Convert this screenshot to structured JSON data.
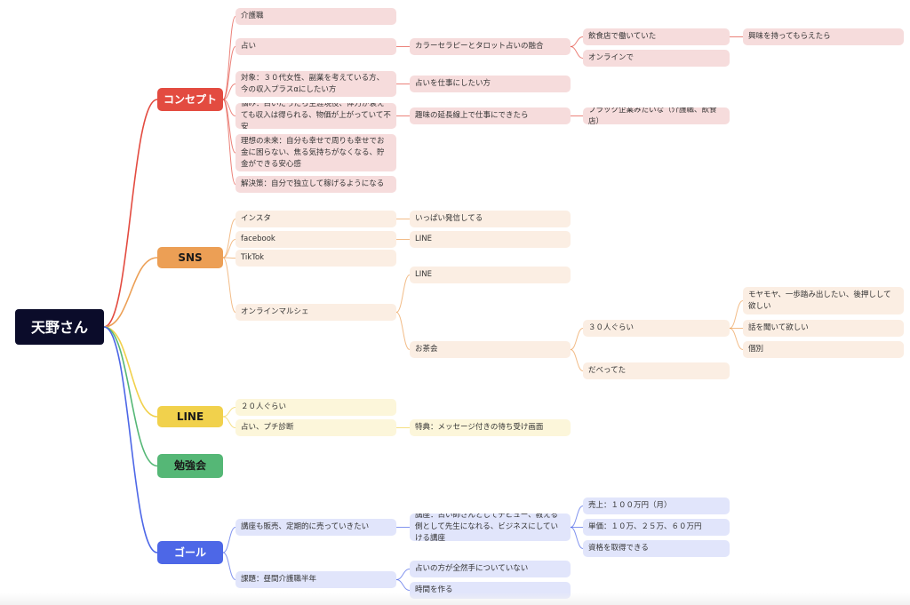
{
  "root": {
    "label": "天野さん"
  },
  "colors": {
    "red": "#e34b40",
    "orange": "#ec9f55",
    "yellow": "#f1d14c",
    "green": "#55b776",
    "blue": "#4d67e7",
    "root": "#0b0c2a"
  },
  "concept": {
    "label": "コンセプト",
    "n1": "介護職",
    "n2": "占い",
    "n2a": "カラーセラピーとタロット占いの融合",
    "n2a1": "飲食店で働いていた",
    "n2a1a": "興味を持ってもらえたら",
    "n2a2": "オンラインで",
    "n3": "対象：３０代女性、副業を考えている方、今の収入プラスαにしたい方",
    "n3a": "占いを仕事にしたい方",
    "n4": "悩み：占いだったら生涯現役、体力が衰えても収入は得られる、物価が上がっていて不安",
    "n4a": "趣味の延長線上で仕事にできたら",
    "n4a1": "ブラック企業みたいな（介護職、飲食店）",
    "n5": "理想の未来：自分も幸せで周りも幸せでお金に困らない、焦る気持ちがなくなる、貯金ができる安心感",
    "n6": "解決策：自分で独立して稼げるようになる"
  },
  "sns": {
    "label": "SNS",
    "n1": "インスタ",
    "n1a": "いっぱい発信してる",
    "n2": "facebook",
    "n2a": "LINE",
    "n3": "TikTok",
    "n4": "オンラインマルシェ",
    "n4a": "LINE",
    "n4b": "お茶会",
    "n4b1": "３０人ぐらい",
    "n4b1a": "モヤモヤ、一歩踏み出したい、後押しして欲しい",
    "n4b1b": "話を聞いて欲しい",
    "n4b1c": "個別",
    "n4b2": "だべってた"
  },
  "line": {
    "label": "LINE",
    "n1": "２０人ぐらい",
    "n2": "占い、プチ診断",
    "n2a": "特典：メッセージ付きの待ち受け画面"
  },
  "study": {
    "label": "勉強会"
  },
  "goal": {
    "label": "ゴール",
    "n1": "講座も販売、定期的に売っていきたい",
    "n1a": "講座：占い師さんとしてデビュー、教える側として先生になれる、ビジネスにしていける講座",
    "n1a1": "売上：１００万円（月）",
    "n1a2": "単価：１０万、２５万、６０万円",
    "n1a3": "資格を取得できる",
    "n2": "課題：昼間介護職半年",
    "n2a": "占いの方が全然手についていない",
    "n2b": "時間を作る"
  }
}
